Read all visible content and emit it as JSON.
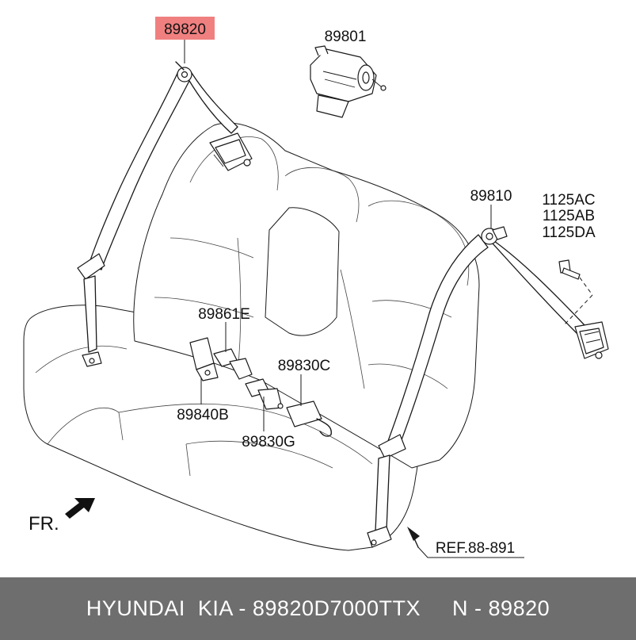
{
  "diagram": {
    "callouts": {
      "belt_left_highlighted": "89820",
      "retractor_top": "89801",
      "belt_right": "89810",
      "bolt_1": "1125AC",
      "bolt_2": "1125AB",
      "bolt_3": "1125DA",
      "buckle_e": "89861E",
      "buckle_c": "89830C",
      "buckle_b": "89840B",
      "buckle_g": "89830G"
    },
    "reference": "REF.88-891",
    "front_marker": "FR.",
    "highlight_color": "#f08080"
  },
  "footer": {
    "text": "HYUNDAI  KIA - 89820D7000TTX     N - 89820",
    "background": "#6e6e6e"
  }
}
